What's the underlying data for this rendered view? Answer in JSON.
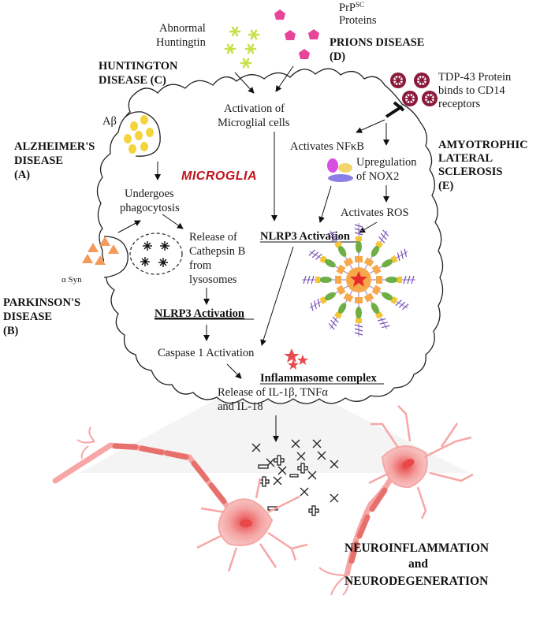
{
  "title": "MICROGLIA",
  "diseases": {
    "alzheimers_a": "ALZHEIMER'S",
    "alzheimers_b": "DISEASE",
    "alzheimers_c": "(A)",
    "parkinsons_a": "PARKINSON'S",
    "parkinsons_b": "DISEASE",
    "parkinsons_c": "(B)",
    "huntington_a": "HUNTINGTON",
    "huntington_b": "DISEASE (C)",
    "prions_a": "PRIONS DISEASE",
    "prions_b": "(D)",
    "als_a": "AMYOTROPHIC",
    "als_b": "LATERAL",
    "als_c": "SCLEROSIS",
    "als_d": "(E)"
  },
  "agents": {
    "abeta": "Aβ",
    "asyn": "α Syn",
    "huntingtin_a": "Abnormal",
    "huntingtin_b": "Huntingtin",
    "prp_main": "PrP",
    "prp_sup": "SC",
    "prp_b": "Proteins",
    "tdp_a": "TDP-43 Protein",
    "tdp_b": "binds to CD14",
    "tdp_c": "receptors"
  },
  "steps": {
    "phago_a": "Undergoes",
    "phago_b": "phagocytosis",
    "cath_a": "Release of",
    "cath_b": "Cathepsin B",
    "cath_c": "from",
    "cath_d": "lysosomes",
    "nlrp3_left": "NLRP3 Activation",
    "nlrp3_right": "NLRP3 Activation",
    "caspase": "Caspase 1 Activation",
    "release_a": "Release of IL-1β, TNFα",
    "release_b": "and IL-18",
    "micro_act_a": "Activation of",
    "micro_act_b": "Microglial cells",
    "nfkb": "Activates NFκB",
    "nox_a": "Upregulation",
    "nox_b": "of NOX2",
    "ros": "Activates ROS",
    "inflammasome": "Inflammasome complex"
  },
  "outcome": {
    "line1": "NEUROINFLAMMATION",
    "line2": "and",
    "line3": "NEURODEGENERATION"
  },
  "colors": {
    "abeta": "#f5d33b",
    "asyn": "#f59a5a",
    "huntingtin": "#d8ee5a",
    "prion": "#e8449a",
    "tdp": "#8b1a3a",
    "neuron": "#f6a7a5",
    "microglia_title": "#c0141c"
  }
}
